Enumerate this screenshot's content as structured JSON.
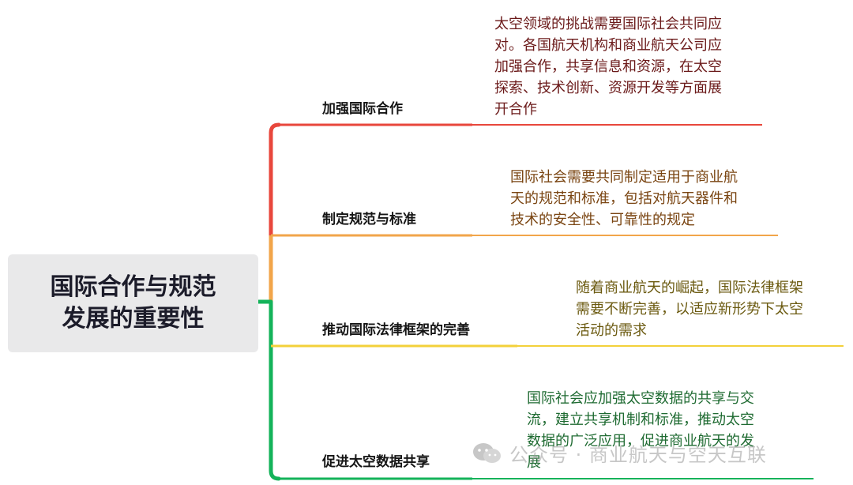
{
  "root": {
    "title": "国际合作与规范\n发展的重要性"
  },
  "branches": [
    {
      "label": "加强国际合作",
      "color": "#e8473c",
      "note": "太空领域的挑战需要国际社会共同应\n对。各国航天机构和商业航天公司应\n加强合作，共享信息和资源，在太空\n探索、技术创新、资源开发等方面展\n开合作",
      "note_color": "#6b1a1a"
    },
    {
      "label": "制定规范与标准",
      "color": "#f2a54a",
      "note": "国际社会需要共同制定适用于商业航\n天的规范和标准，包括对航天器件和\n技术的安全性、可靠性的规定",
      "note_color": "#7a4512"
    },
    {
      "label": "推动国际法律框架的完善",
      "color": "#f3d13a",
      "note": "随着商业航天的崛起，国际法律框架\n需要不断完善，以适应新形势下太空\n活动的需求",
      "note_color": "#6b5a10"
    },
    {
      "label": "促进太空数据共享",
      "color": "#14b35a",
      "note": "国际社会应加强太空数据的共享与交\n流，建立共享机制和标准，推动太空\n数据的广泛应用，促进商业航天的发\n展",
      "note_color": "#1f6b32"
    }
  ],
  "watermark": {
    "text": "公众号 · 商业航天与空天互联",
    "icon": "wechat-icon"
  }
}
